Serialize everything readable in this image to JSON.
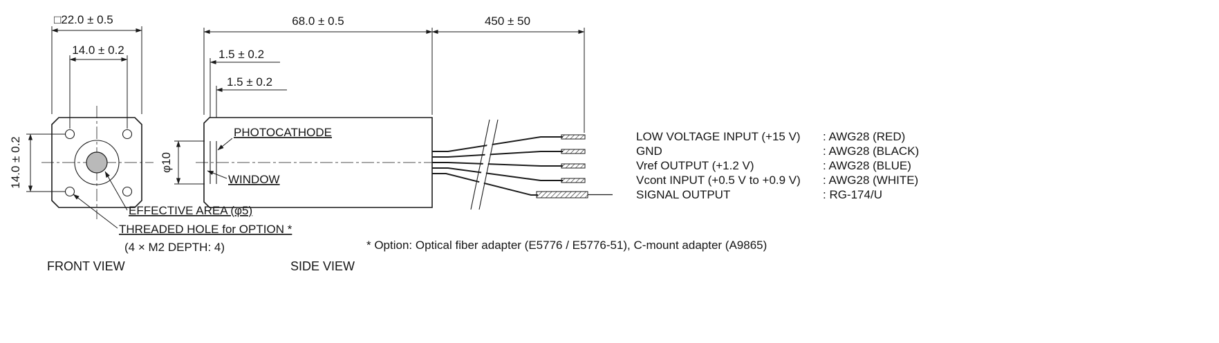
{
  "drawing": {
    "front_view": {
      "view_label": "FRONT VIEW",
      "dim_outer": "□22.0 ± 0.5",
      "dim_hole_pitch_h": "14.0 ± 0.2",
      "dim_hole_pitch_v": "14.0 ± 0.2",
      "callout_effective_area": "EFFECTIVE AREA (φ5)",
      "callout_threaded_hole": "THREADED HOLE for OPTION *",
      "callout_threaded_hole_detail": "(4 × M2 DEPTH: 4)"
    },
    "side_view": {
      "view_label": "SIDE VIEW",
      "dim_body_length": "68.0 ± 0.5",
      "dim_cable_length": "450 ± 50",
      "dim_window_thickness": "1.5 ± 0.2",
      "dim_photocathode_offset": "1.5 ± 0.2",
      "dim_window_diameter": "φ10",
      "callout_photocathode": "PHOTOCATHODE",
      "callout_window": "WINDOW"
    },
    "wires": [
      {
        "name": "LOW VOLTAGE INPUT (+15 V)",
        "spec": ": AWG28 (RED)"
      },
      {
        "name": "GND",
        "spec": ": AWG28 (BLACK)"
      },
      {
        "name": "Vref OUTPUT (+1.2 V)",
        "spec": ": AWG28 (BLUE)"
      },
      {
        "name": "Vcont INPUT (+0.5 V to +0.9 V)",
        "spec": ": AWG28 (WHITE)"
      },
      {
        "name": "SIGNAL OUTPUT",
        "spec": ": RG-174/U"
      }
    ],
    "footnote": "* Option: Optical fiber adapter (E5776 / E5776-51), C-mount adapter (A9865)",
    "colors": {
      "line": "#1a1a1a",
      "window_fill": "#b9b9b9",
      "background": "#ffffff"
    }
  }
}
